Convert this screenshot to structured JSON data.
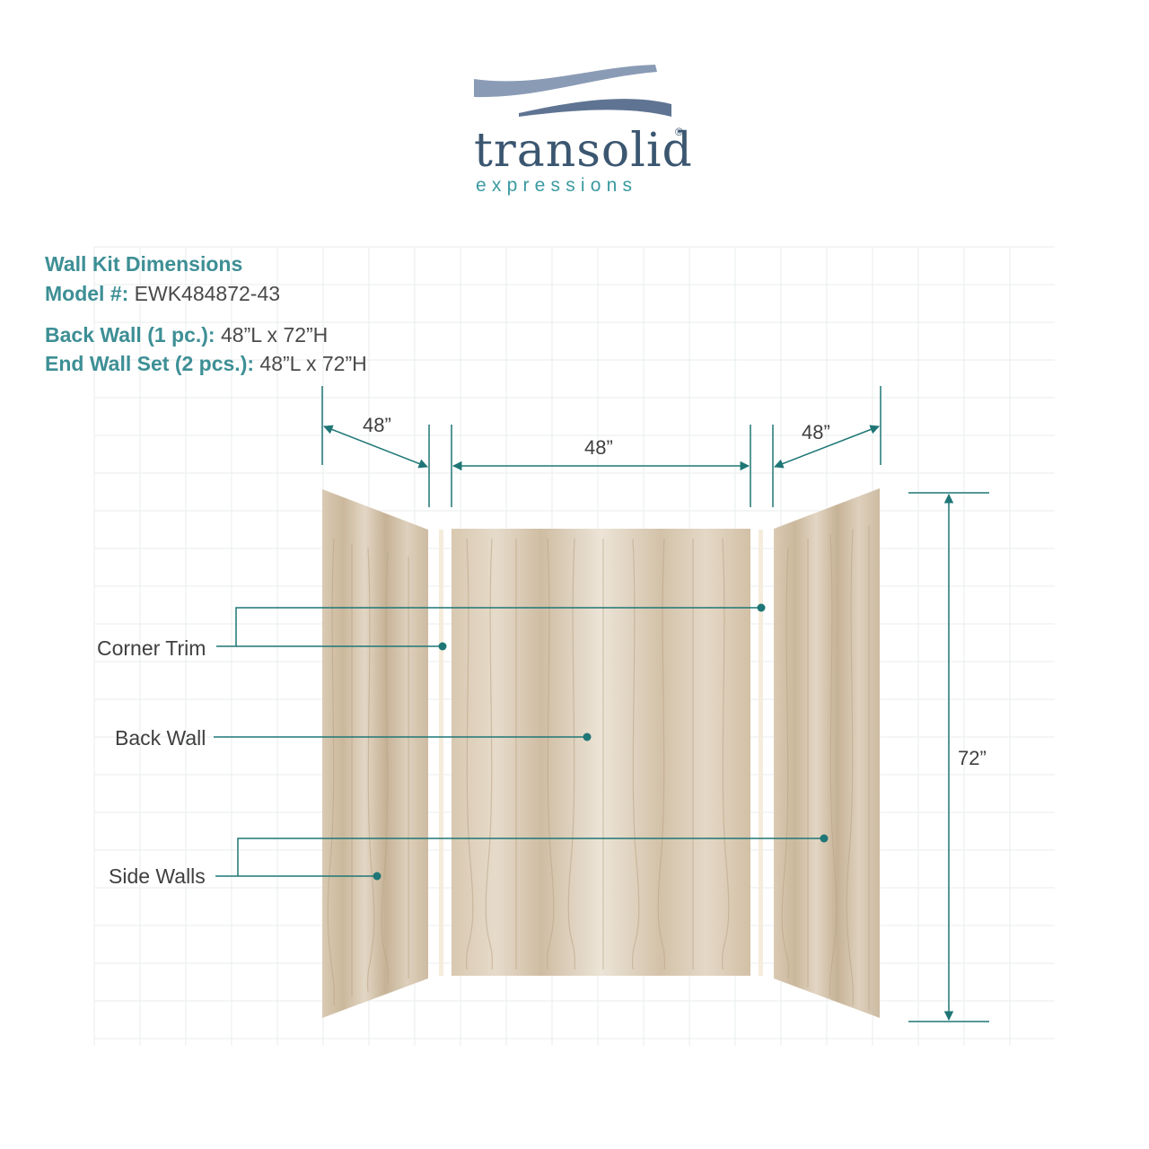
{
  "logo": {
    "brand": "transolid",
    "registered": "®",
    "tagline": "expressions",
    "colors": {
      "swoosh": "#8a9bb5",
      "wordmark": "#3b5670",
      "tagline": "#3a9aa0"
    }
  },
  "specs": {
    "heading": "Wall Kit Dimensions",
    "model_label": "Model #:",
    "model_value": "EWK484872-43",
    "back_wall_label": "Back Wall (1 pc.):",
    "back_wall_value": "48”L x 72”H",
    "end_wall_label": "End Wall Set (2 pcs.):",
    "end_wall_value": "48”L x 72”H"
  },
  "dimensions": {
    "left_width": "48”",
    "center_width": "48”",
    "right_width": "48”",
    "height": "72”"
  },
  "callouts": {
    "corner_trim": "Corner Trim",
    "back_wall": "Back Wall",
    "side_walls": "Side Walls"
  },
  "colors": {
    "accent": "#3d8f95",
    "dimension_line": "#1f7676",
    "grid": "#e9edee",
    "panel": "#d8c9b4",
    "trim": "#f6ecdc"
  }
}
